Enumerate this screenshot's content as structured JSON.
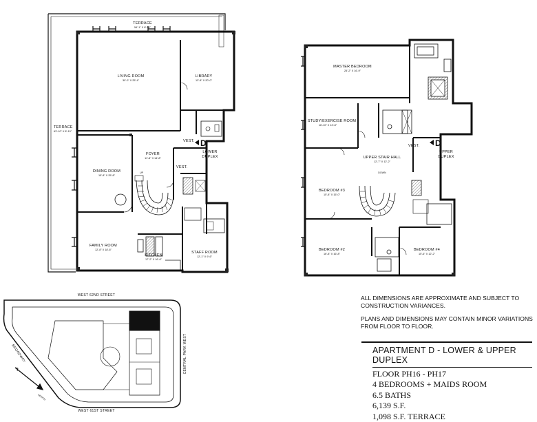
{
  "lower_floor": {
    "terrace_top": {
      "name": "TERRACE",
      "dims": "54'-1\" X 8'-10\""
    },
    "terrace_left": {
      "name": "TERRACE",
      "dims": "63'-10\" X 8'-10\""
    },
    "living_room": {
      "name": "LIVING ROOM",
      "dims": "30'-0\" X 25'-4\""
    },
    "library": {
      "name": "LIBRARY",
      "dims": "13'-8\" X 20'-0\""
    },
    "dining_room": {
      "name": "DINING ROOM",
      "dims": "15'-8\" X 25'-8\""
    },
    "foyer": {
      "name": "FOYER",
      "dims": "11'-8\" X 14'-8\""
    },
    "vest_1": "VEST.",
    "vest_2": "VEST.",
    "family_room": {
      "name": "FAMILY ROOM",
      "dims": "12'-8\" X 18'-6\""
    },
    "kitchen": {
      "name": "KITCHEN",
      "dims": "17'-2\" X 16'-6\""
    },
    "staff_room": {
      "name": "STAFF ROOM",
      "dims": "12'-1\" X 9'-6\""
    },
    "stair_label": "UP",
    "marker_label": "D",
    "unit_label_line1": "LOWER",
    "unit_label_line2": "DUPLEX"
  },
  "upper_floor": {
    "master_bedroom": {
      "name": "MASTER BEDROOM",
      "dims": "25'-2\" X 16'-9\""
    },
    "study": {
      "name": "STUDY/EXERCISE ROOM",
      "dims": "16'-10\" X 12'-8\""
    },
    "vest": "VEST.",
    "upper_stair_hall": {
      "name": "UPPER STAIR HALL",
      "dims": "12'-7\" X 12'-2\""
    },
    "stair_label": "DOWN",
    "bedroom3": {
      "name": "BEDROOM #3",
      "dims": "15'-8\" X 15'-0\""
    },
    "bedroom2": {
      "name": "BEDROOM #2",
      "dims": "16'-8\" X 16'-8\""
    },
    "bedroom4": {
      "name": "BEDROOM #4",
      "dims": "15'-6\" X 12'-2\""
    },
    "marker_label": "D",
    "unit_label_line1": "UPPER",
    "unit_label_line2": "DUPLEX"
  },
  "site_plan": {
    "street_top": "WEST 62ND STREET",
    "street_bottom": "WEST 61ST STREET",
    "street_right": "CENTRAL PARK WEST",
    "street_left": "BROADWAY",
    "north_label": "NORTH"
  },
  "notes": {
    "note1": "ALL DIMENSIONS ARE APPROXIMATE AND SUBJECT TO CONSTRUCTION VARIANCES.",
    "note2": "PLANS AND DIMENSIONS MAY CONTAIN MINOR VARIATIONS FROM FLOOR TO FLOOR."
  },
  "info": {
    "title": "APARTMENT D - LOWER & UPPER DUPLEX",
    "floor": "FLOOR PH16 - PH17",
    "bedrooms": "4 BEDROOMS + MAIDS ROOM",
    "baths": "6.5 BATHS",
    "area": "6,139 S.F.",
    "terrace": "1,098 S.F. TERRACE"
  }
}
